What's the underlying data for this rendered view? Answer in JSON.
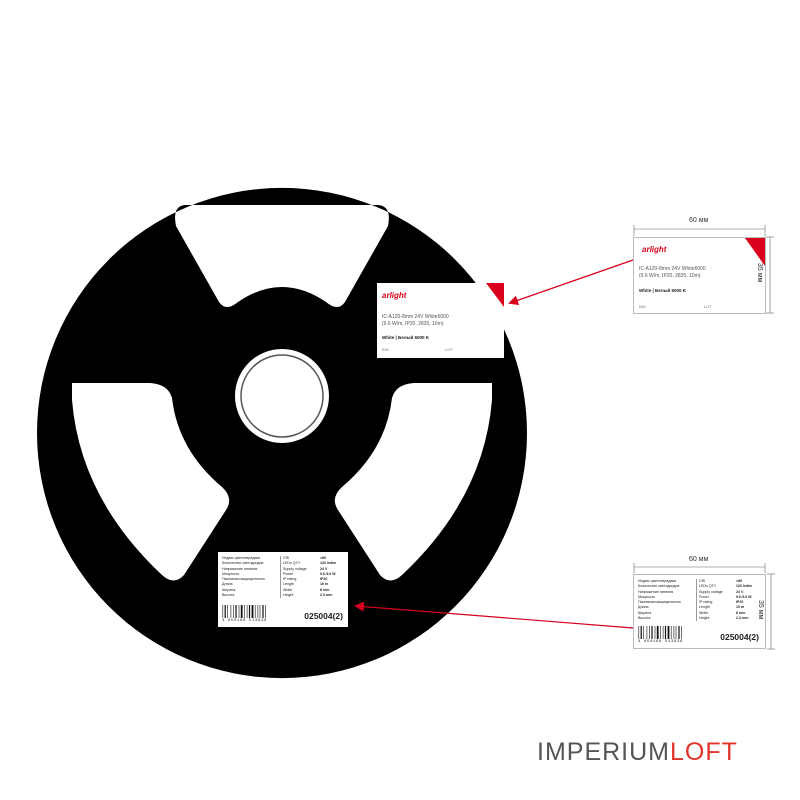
{
  "label_front": {
    "brand": "arlight",
    "model_line1": "IC-A120-8mm 24V White6000",
    "model_line2": "(9.6 W/m, IP20, 2835, 10m)",
    "color": "White | Белый 6000 K",
    "bin": "BIN",
    "lot": "LOT"
  },
  "label_back": {
    "specs": [
      {
        "ru": "Индекс цветопередачи",
        "en": "CRI",
        "value": ">80"
      },
      {
        "ru": "Количество светодиодов",
        "en": "LEDs QTY",
        "value": "120 led/m"
      },
      {
        "ru": "Напряжение питания",
        "en": "Supply voltage",
        "value": "24 V"
      },
      {
        "ru": "Мощность",
        "en": "Power",
        "value": "9.6-9.6 W"
      },
      {
        "ru": "Пылевлагозащищенность",
        "en": "IP rating",
        "value": "IP20"
      },
      {
        "ru": "Длина",
        "en": "Length",
        "value": "10 m"
      },
      {
        "ru": "Ширина",
        "en": "Width",
        "value": "8 mm"
      },
      {
        "ru": "Высота",
        "en": "Height",
        "value": "2.3 mm"
      }
    ],
    "barcode_number": "4 650168 513638",
    "article": "025004(2)"
  },
  "dimensions": {
    "width": "60 мм",
    "height": "35 мм"
  },
  "watermark": {
    "part1": "IMPERIUM",
    "part2": "LOFT"
  },
  "colors": {
    "reel": "#000000",
    "brand_red": "#d9001b",
    "arrow_red": "#d8001e",
    "watermark_red": "#e2342a"
  }
}
